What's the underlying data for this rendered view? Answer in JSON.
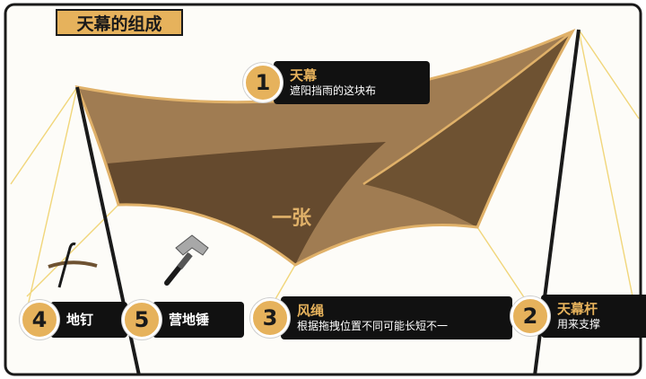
{
  "title": "天幕的组成",
  "callouts": [
    {
      "num": "1",
      "title": "天幕",
      "desc": "遮阳挡雨的这块布"
    },
    {
      "num": "2",
      "title": "天幕杆",
      "desc": "用来支撑"
    },
    {
      "num": "3",
      "title": "风绳",
      "desc": "根据拖拽位置不同可能长短不一"
    },
    {
      "num": "4",
      "title": "地钉"
    },
    {
      "num": "5",
      "title": "营地锤"
    }
  ],
  "logo_text": "一张",
  "colors": {
    "accent": "#e6b25c",
    "tarp_light": "#a07c52",
    "tarp_dark": "#654a2e",
    "tarp_edge": "#e0b169",
    "pole": "#1a1a1a",
    "rope": "#f1d67a"
  }
}
